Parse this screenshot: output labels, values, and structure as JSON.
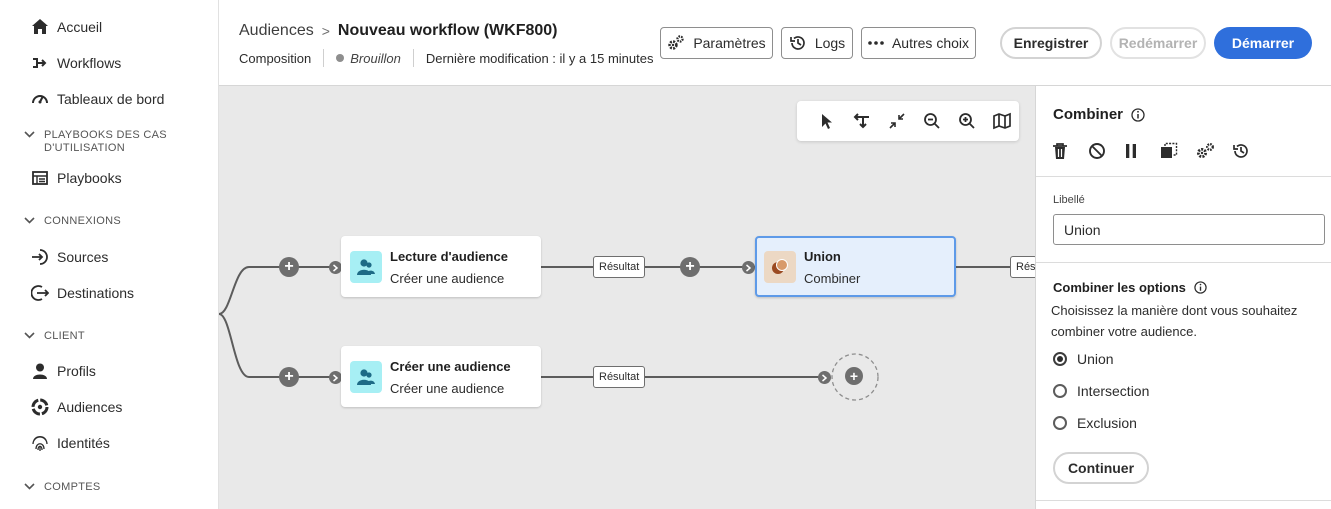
{
  "nav": {
    "items": [
      {
        "label": "Accueil",
        "icon": "home-icon"
      },
      {
        "label": "Workflows",
        "icon": "workflow-icon"
      },
      {
        "label": "Tableaux de bord",
        "icon": "dashboard-icon"
      },
      {
        "label": "Playbooks",
        "icon": "playbooks-icon"
      },
      {
        "label": "Sources",
        "icon": "sources-icon"
      },
      {
        "label": "Destinations",
        "icon": "destinations-icon"
      },
      {
        "label": "Profils",
        "icon": "user-icon"
      },
      {
        "label": "Audiences",
        "icon": "audiences-icon"
      },
      {
        "label": "Identités",
        "icon": "fingerprint-icon"
      }
    ],
    "sections": [
      {
        "line1": "PLAYBOOKS DES CAS",
        "line2": "D'UTILISATION"
      },
      {
        "line1": "CONNEXIONS",
        "line2": ""
      },
      {
        "line1": "CLIENT",
        "line2": ""
      },
      {
        "line1": "COMPTES",
        "line2": ""
      }
    ]
  },
  "header": {
    "breadcrumb_parent": "Audiences",
    "breadcrumb_separator": ">",
    "title": "Nouveau workflow (WKF800)",
    "composition": "Composition",
    "status": "Brouillon",
    "last_modified": "Dernière modification : il y a 15 minutes",
    "buttons": {
      "settings": "Paramètres",
      "logs": "Logs",
      "more": "Autres choix",
      "save": "Enregistrer",
      "restart": "Redémarrer",
      "start": "Démarrer"
    }
  },
  "canvas": {
    "toolbar": [
      "pointer-icon",
      "reroute-icon",
      "collapse-icon",
      "zoom-out-icon",
      "zoom-in-icon",
      "map-icon"
    ],
    "nodes": [
      {
        "title": "Lecture d'audience",
        "subtitle": "Créer une audience"
      },
      {
        "title": "Union",
        "subtitle": "Combiner"
      },
      {
        "title": "Créer une audience",
        "subtitle": "Créer une audience"
      }
    ],
    "result_label": "Résultat",
    "result_label_cut": "Rés"
  },
  "panel": {
    "title": "Combiner",
    "label_caption": "Libellé",
    "label_value": "Union",
    "options_title": "Combiner les options",
    "options_desc": "Choisissez la manière dont vous souhaitez combiner votre audience.",
    "options": [
      "Union",
      "Intersection",
      "Exclusion"
    ],
    "selected_option": "Union",
    "continue": "Continuer"
  },
  "colors": {
    "accent": "#2f6fdc",
    "node_selected_bg": "#e5effc",
    "node_selected_border": "#5e9ae8",
    "audience_icon_bg": "#a7eff4",
    "union_icon_bg": "#ecd8c4"
  }
}
